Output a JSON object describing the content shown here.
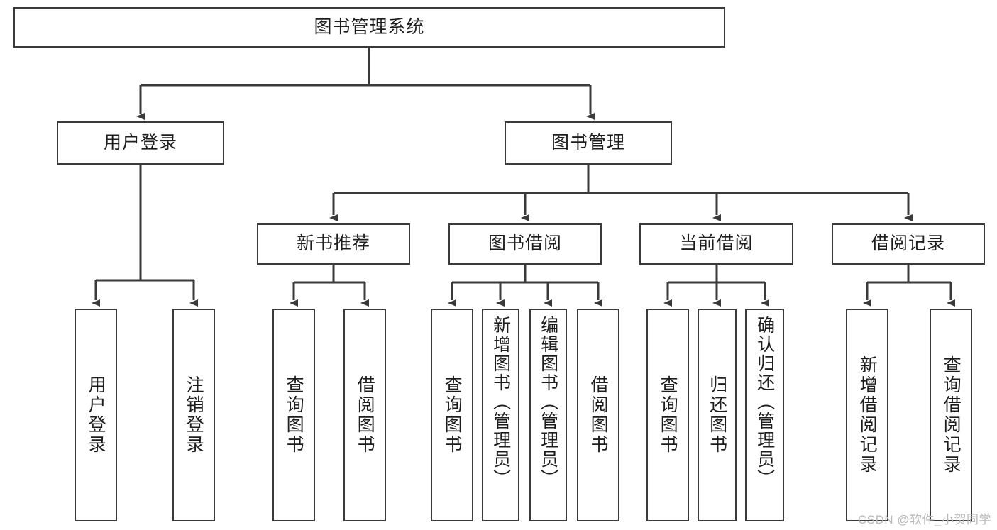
{
  "diagram": {
    "title": "图书管理系统",
    "type": "tree-hierarchy-chart",
    "line_color": "#3a3a3a",
    "box_fill": "#ffffff",
    "text_color": "#1d1d1d"
  },
  "nodes": {
    "root": {
      "label": "图书管理系统"
    },
    "level2": [
      {
        "id": "user-login",
        "label": "用户登录"
      },
      {
        "id": "book-manage",
        "label": "图书管理"
      }
    ],
    "level3": [
      {
        "id": "new-book-recommend",
        "label": "新书推荐"
      },
      {
        "id": "book-borrow",
        "label": "图书借阅"
      },
      {
        "id": "current-borrow",
        "label": "当前借阅"
      },
      {
        "id": "borrow-record",
        "label": "借阅记录"
      }
    ],
    "leaves": {
      "user_login": [
        {
          "id": "leaf-user-login",
          "label": "用户登录"
        },
        {
          "id": "leaf-user-logout",
          "label": "注销登录"
        }
      ],
      "new_book_recommend": [
        {
          "id": "leaf-query-book-1",
          "label": "查询图书"
        },
        {
          "id": "leaf-borrow-book-1",
          "label": "借阅图书"
        }
      ],
      "book_borrow": [
        {
          "id": "leaf-query-book-2",
          "label": "查询图书"
        },
        {
          "id": "leaf-add-book",
          "label": "新增图书（管理员）"
        },
        {
          "id": "leaf-edit-book",
          "label": "编辑图书（管理员）"
        },
        {
          "id": "leaf-borrow-book-2",
          "label": "借阅图书"
        }
      ],
      "current_borrow": [
        {
          "id": "leaf-query-book-3",
          "label": "查询图书"
        },
        {
          "id": "leaf-return-book",
          "label": "归还图书"
        },
        {
          "id": "leaf-confirm-return",
          "label": "确认归还（管理员）"
        }
      ],
      "borrow_record": [
        {
          "id": "leaf-add-record",
          "label": "新增借阅记录"
        },
        {
          "id": "leaf-query-record",
          "label": "查询借阅记录"
        }
      ]
    }
  },
  "watermark": {
    "text": "CSDN @软件_小贺同学"
  }
}
